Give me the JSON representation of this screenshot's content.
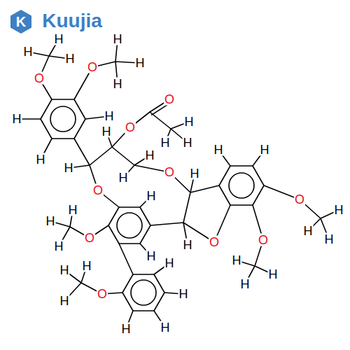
{
  "diagram": {
    "labels": [
      "K",
      "Kuujia",
      "O",
      "H",
      "H",
      "H",
      "O",
      "H",
      "H",
      "H",
      "H",
      "H",
      "H",
      "H",
      "H",
      "O",
      "O",
      "H",
      "H",
      "H",
      "H",
      "H",
      "O",
      "O",
      "H",
      "O",
      "H",
      "H",
      "H",
      "H",
      "H",
      "H",
      "H",
      "H",
      "O",
      "H",
      "H",
      "H",
      "H",
      "H",
      "O",
      "H",
      "H",
      "O",
      "H",
      "H",
      "H",
      "O",
      "H",
      "H",
      "H"
    ]
  }
}
